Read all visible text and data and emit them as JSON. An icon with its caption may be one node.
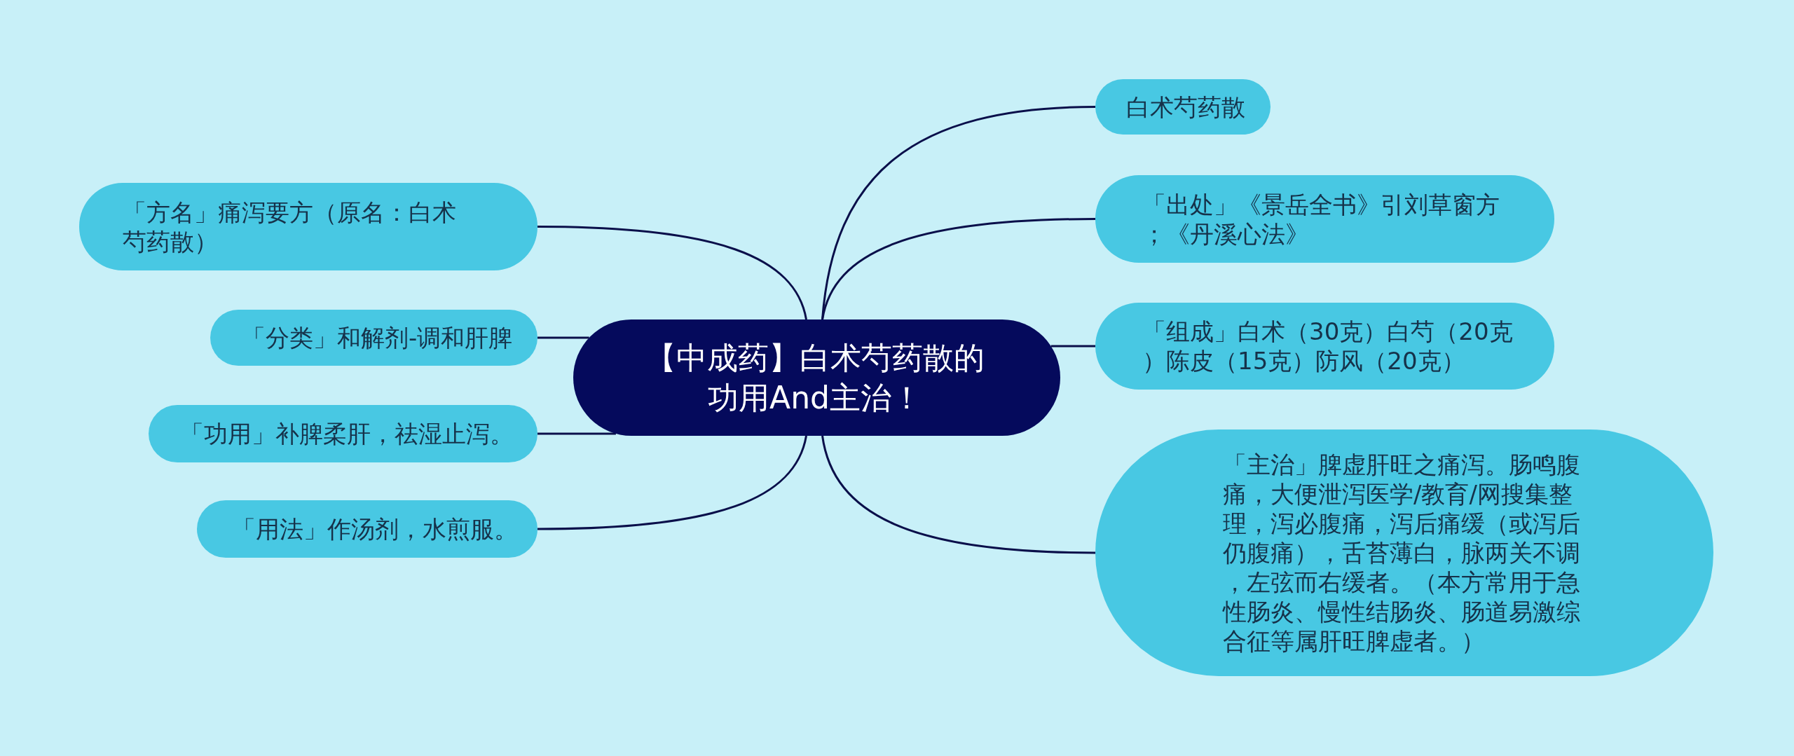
{
  "diagram": {
    "nodes": [
      {
        "text": [
          "【中成药】白术芍药散的功用And主治！"
        ]
      },
      {
        "text": [
          "白术芍药散"
        ]
      },
      {
        "text": [
          "「出处」《景岳全书》引刘草窗方；《丹溪心法》"
        ]
      },
      {
        "text": [
          "「组成」白术（30克）白芍（20克）陈皮（15克）防风（20克）"
        ]
      },
      {
        "text": [
          "「主治」脾虚肝旺之痛泻。肠鸣腹痛，大便泄泻医学/教育/网搜集整理，泻必腹痛，泻后痛缓（或泻后仍腹痛），舌苔薄白，脉两关不调，左弦而右缓者。（本方常用于急性肠炎、慢性结肠炎、肠道易激综合征等属肝旺脾虚者。）"
        ]
      },
      {
        "text": [
          "「方名」痛泻要方（原名：白术芍药散）"
        ]
      },
      {
        "text": [
          "「分类」和解剂-调和肝脾"
        ]
      },
      {
        "text": [
          "「功用」补脾柔肝，祛湿止泻。"
        ]
      },
      {
        "text": [
          "「用法」作汤剂，水煎服。"
        ]
      }
    ],
    "edges": [
      {
        "from": 0,
        "to": 1,
        "arrow": "none"
      },
      {
        "from": 0,
        "to": 2,
        "arrow": "none"
      },
      {
        "from": 0,
        "to": 3,
        "arrow": "none"
      },
      {
        "from": 0,
        "to": 4,
        "arrow": "none"
      },
      {
        "from": 0,
        "to": 5,
        "arrow": "none"
      },
      {
        "from": 0,
        "to": 6,
        "arrow": "none"
      },
      {
        "from": 0,
        "to": 7,
        "arrow": "none"
      },
      {
        "from": 0,
        "to": 8,
        "arrow": "none"
      }
    ]
  }
}
